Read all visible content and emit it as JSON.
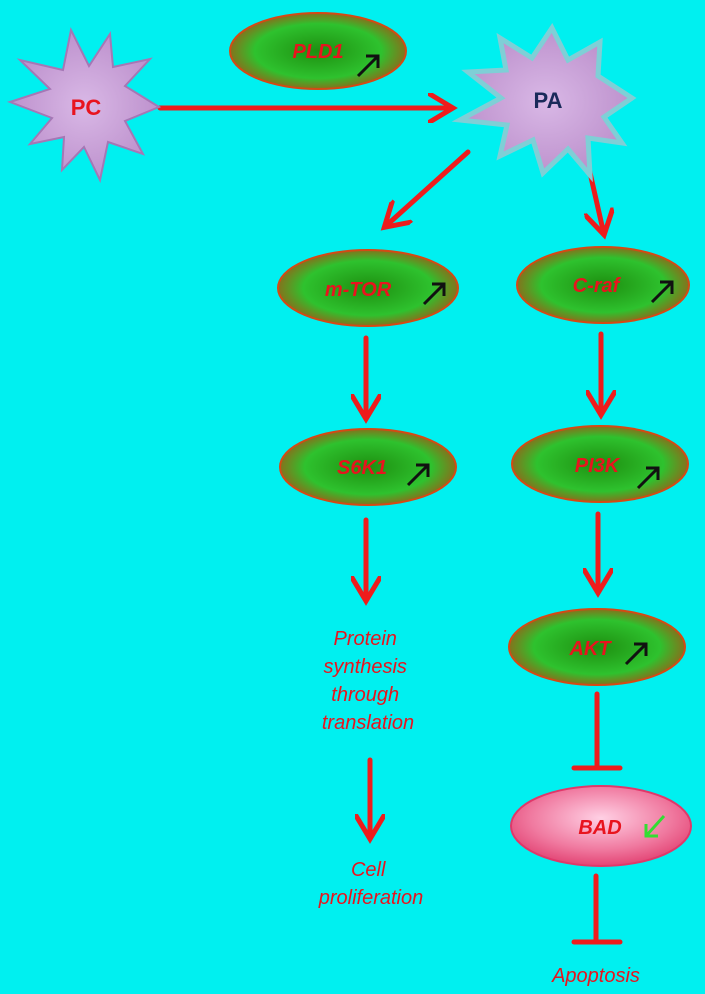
{
  "colors": {
    "background": "#00f0f0",
    "arrow": "#ee1c1c",
    "label": "#e8141e",
    "activated_node": "#2ec22e",
    "inhibited_node": "#f07aa0",
    "precursor_star": "#c9a2d9",
    "up_arrow": "#111111",
    "down_arrow": "#33dd33"
  },
  "nodes": {
    "pc": {
      "label": "PC",
      "shape": "star"
    },
    "pa": {
      "label": "PA",
      "shape": "star"
    },
    "pld1": {
      "label": "PLD1",
      "indicator": "up-arrow-icon"
    },
    "mtor": {
      "label": "m-TOR",
      "indicator": "up-arrow-icon"
    },
    "craf": {
      "label": "C-raf",
      "indicator": "up-arrow-icon"
    },
    "s6k1": {
      "label": "S6K1",
      "indicator": "up-arrow-icon"
    },
    "pi3k": {
      "label": "PI3K",
      "indicator": "up-arrow-icon"
    },
    "akt": {
      "label": "AKT",
      "indicator": "up-arrow-icon"
    },
    "bad": {
      "label": "BAD",
      "indicator": "down-arrow-icon"
    }
  },
  "outcomes": {
    "protein_synthesis": [
      "Protein",
      "synthesis",
      "through",
      "translation"
    ],
    "cell_proliferation": [
      "Cell",
      "proliferation"
    ],
    "apoptosis": [
      "Apoptosis"
    ]
  },
  "edges": [
    {
      "from": "PC",
      "to": "PA",
      "type": "activation"
    },
    {
      "from": "PA",
      "to": "m-TOR",
      "type": "activation"
    },
    {
      "from": "PA",
      "to": "C-raf",
      "type": "activation"
    },
    {
      "from": "m-TOR",
      "to": "S6K1",
      "type": "activation"
    },
    {
      "from": "S6K1",
      "to": "Protein synthesis through translation",
      "type": "activation"
    },
    {
      "from": "Protein synthesis through translation",
      "to": "Cell proliferation",
      "type": "activation"
    },
    {
      "from": "C-raf",
      "to": "PI3K",
      "type": "activation"
    },
    {
      "from": "PI3K",
      "to": "AKT",
      "type": "activation"
    },
    {
      "from": "AKT",
      "to": "BAD",
      "type": "inhibition"
    },
    {
      "from": "BAD",
      "to": "Apoptosis",
      "type": "inhibition"
    }
  ]
}
